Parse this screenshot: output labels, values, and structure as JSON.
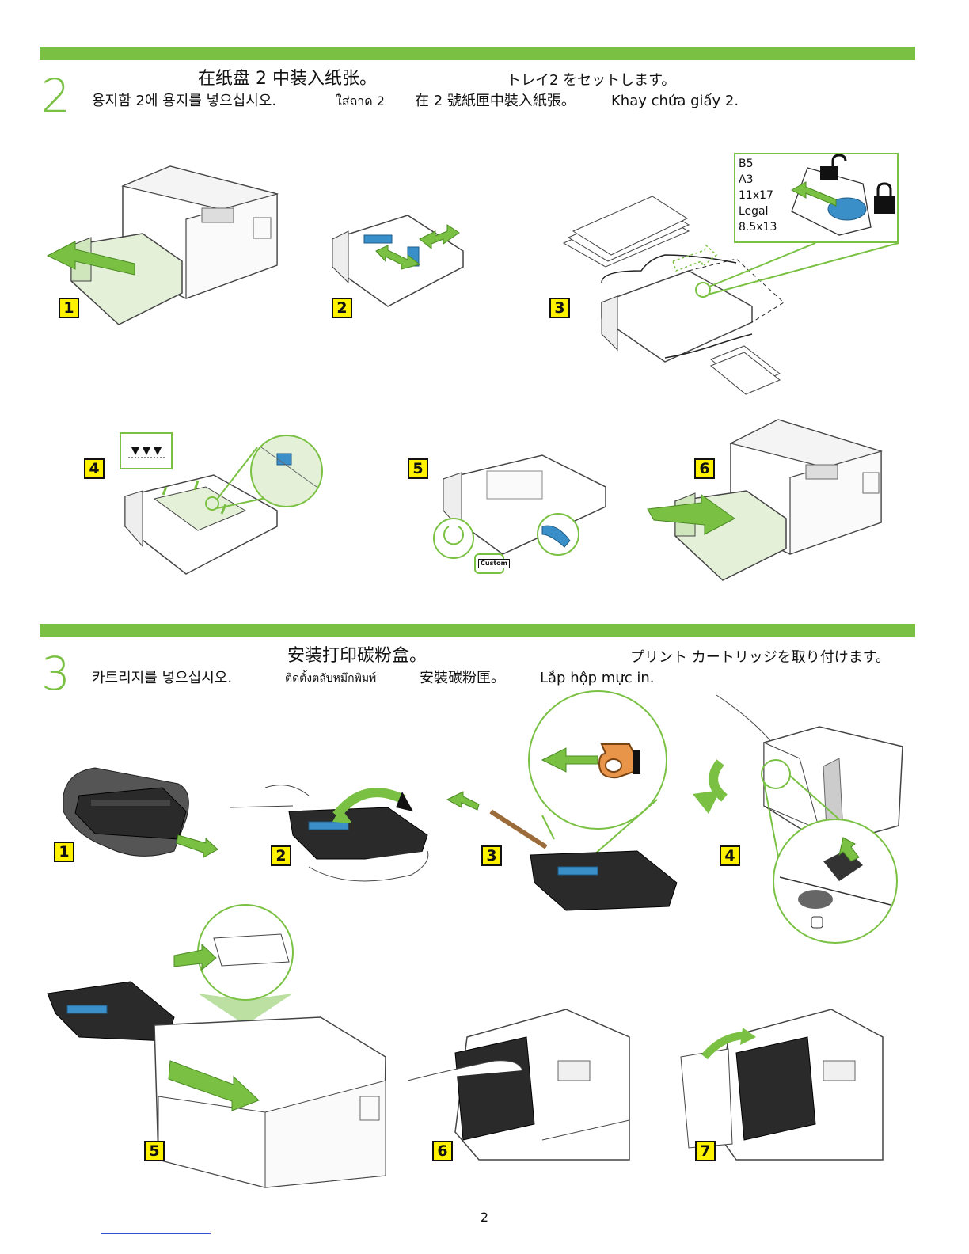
{
  "section2": {
    "step": "2",
    "titles": {
      "zh_cn": "在纸盘 2 中装入纸张。",
      "ja": "トレイ2 をセットします。",
      "ko": "용지함 2에 용지를 넣으십시오.",
      "th": "ใส่ถาด 2",
      "zh_tw": "在 2 號紙匣中裝入紙張。",
      "vi": "Khay chứa giấy 2."
    },
    "panels": [
      "1",
      "2",
      "3",
      "4",
      "5",
      "6"
    ],
    "paper_sizes": [
      "B5",
      "A3",
      "11x17",
      "Legal",
      "8.5x13"
    ],
    "custom_label": "Custom"
  },
  "section3": {
    "step": "3",
    "titles": {
      "zh_cn": "安装打印碳粉盒。",
      "ja": "プリント カートリッジを取り付けます。",
      "ko": "카트리지를 넣으십시오.",
      "th": "ติดตั้งตลับหมึกพิมพ์",
      "zh_tw": "安裝碳粉匣。",
      "vi": "Lắp hộp mực in."
    },
    "panels": [
      "1",
      "2",
      "3",
      "4",
      "5",
      "6",
      "7"
    ]
  },
  "page_number": "2",
  "colors": {
    "accent_green": "#7ac143",
    "label_yellow": "#fff200",
    "cartridge_blue": "#3a8fc9",
    "tape_orange": "#e8954a"
  }
}
